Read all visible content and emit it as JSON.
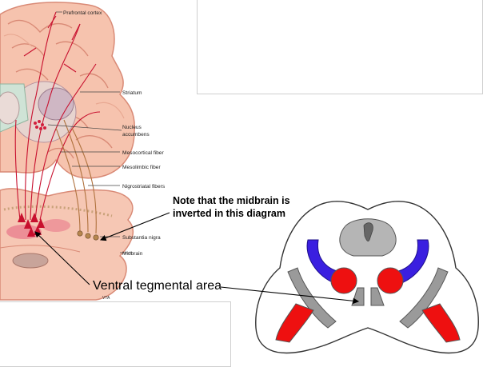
{
  "brain_diagram": {
    "labels": {
      "prefrontal": "Prefrontal cortex",
      "striatum": "Striatum",
      "nucleus_line1": "Nucleus",
      "nucleus_line2": "accumbens",
      "mesocortical": "Mesocortical fiber",
      "mesolimbic": "Mesolimbic fiber",
      "nigrostriatal": "Nigrostriatal fibers",
      "substantia": "Substantia nigra",
      "midbrain": "Midbrain",
      "vta_small": "VTA"
    }
  },
  "annotations": {
    "note_line1": "Note that the midbrain is",
    "note_line2": "inverted in this diagram",
    "vta": "Ventral tegmental area"
  },
  "colors": {
    "brain_tissue": "#f6c7b4",
    "brain_outline": "#d98a76",
    "fiber": "#c8102e",
    "blue_region": "#3a1fe0",
    "red_region": "#ee1010",
    "gray_region": "#9a9a9a"
  }
}
